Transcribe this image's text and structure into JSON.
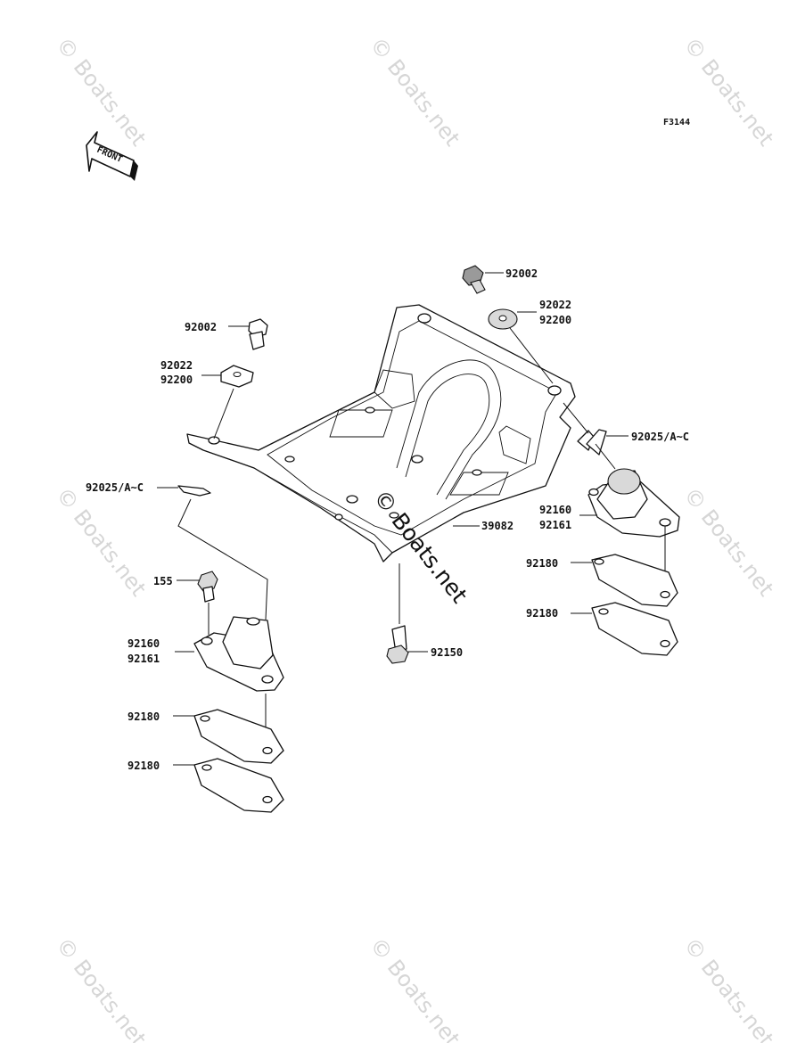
{
  "diagram_code": "F3144",
  "front_arrow_label": "FRONT",
  "watermark": "© Boats.net",
  "center_watermark": "© Boats.net",
  "parts": {
    "bolt_top_right": "92002",
    "washer_top_right_a": "92022",
    "washer_top_right_b": "92200",
    "bolt_top_left": "92002",
    "washer_left_a": "92022",
    "washer_left_b": "92200",
    "clip_left": "92025/A~C",
    "clip_right": "92025/A~C",
    "bracket": "39082",
    "bolt_155": "155",
    "mount_left_a": "92160",
    "mount_left_b": "92161",
    "mount_right_a": "92160",
    "mount_right_b": "92161",
    "shim_right_1": "92180",
    "shim_right_2": "92180",
    "shim_left_1": "92180",
    "shim_left_2": "92180",
    "bolt_bottom": "92150"
  }
}
